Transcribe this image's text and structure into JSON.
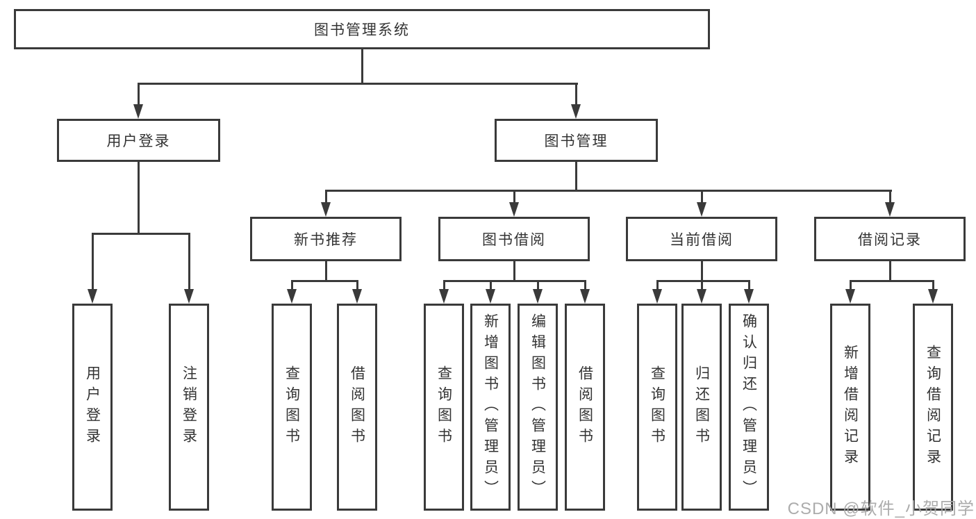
{
  "tree": {
    "root": "图书管理系统",
    "children": [
      {
        "label": "用户登录",
        "children": [
          "用户登录",
          "注销登录"
        ]
      },
      {
        "label": "图书管理",
        "children": [
          {
            "label": "新书推荐",
            "children": [
              "查询图书",
              "借阅图书"
            ]
          },
          {
            "label": "图书借阅",
            "children": [
              "查询图书",
              "新增图书（管理员）",
              "编辑图书（管理员）",
              "借阅图书"
            ]
          },
          {
            "label": "当前借阅",
            "children": [
              "查询图书",
              "归还图书",
              "确认归还（管理员）"
            ]
          },
          {
            "label": "借阅记录",
            "children": [
              "新增借阅记录",
              "查询借阅记录"
            ]
          }
        ]
      }
    ]
  },
  "watermark": {
    "text": "CSDN @软件_小贺同学"
  },
  "colors": {
    "line": "#3a3a3a",
    "text": "#333333",
    "background": "#ffffff",
    "watermark": "#a8a8a8"
  }
}
